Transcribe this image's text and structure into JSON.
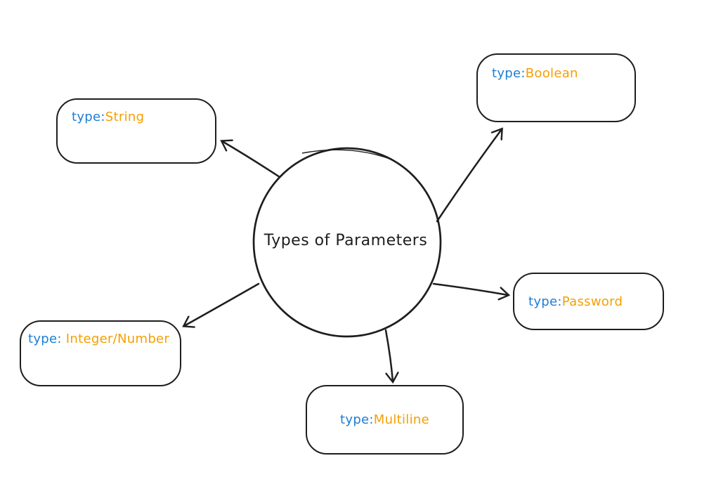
{
  "diagram": {
    "center": {
      "label": "Types of Parameters"
    },
    "nodes": [
      {
        "id": "string",
        "prefix": "type:",
        "value": "String"
      },
      {
        "id": "boolean",
        "prefix": "type:",
        "value": "Boolean"
      },
      {
        "id": "password",
        "prefix": "type:",
        "value": "Password"
      },
      {
        "id": "integer-number",
        "prefix": "type: ",
        "value": "Integer/Number"
      },
      {
        "id": "multiline",
        "prefix": "type: ",
        "value": "Multiline"
      }
    ],
    "colors": {
      "stroke": "#1e1e1e",
      "prefix": "#1c7ed6",
      "value": "#f59f00",
      "background": "#ffffff"
    }
  }
}
